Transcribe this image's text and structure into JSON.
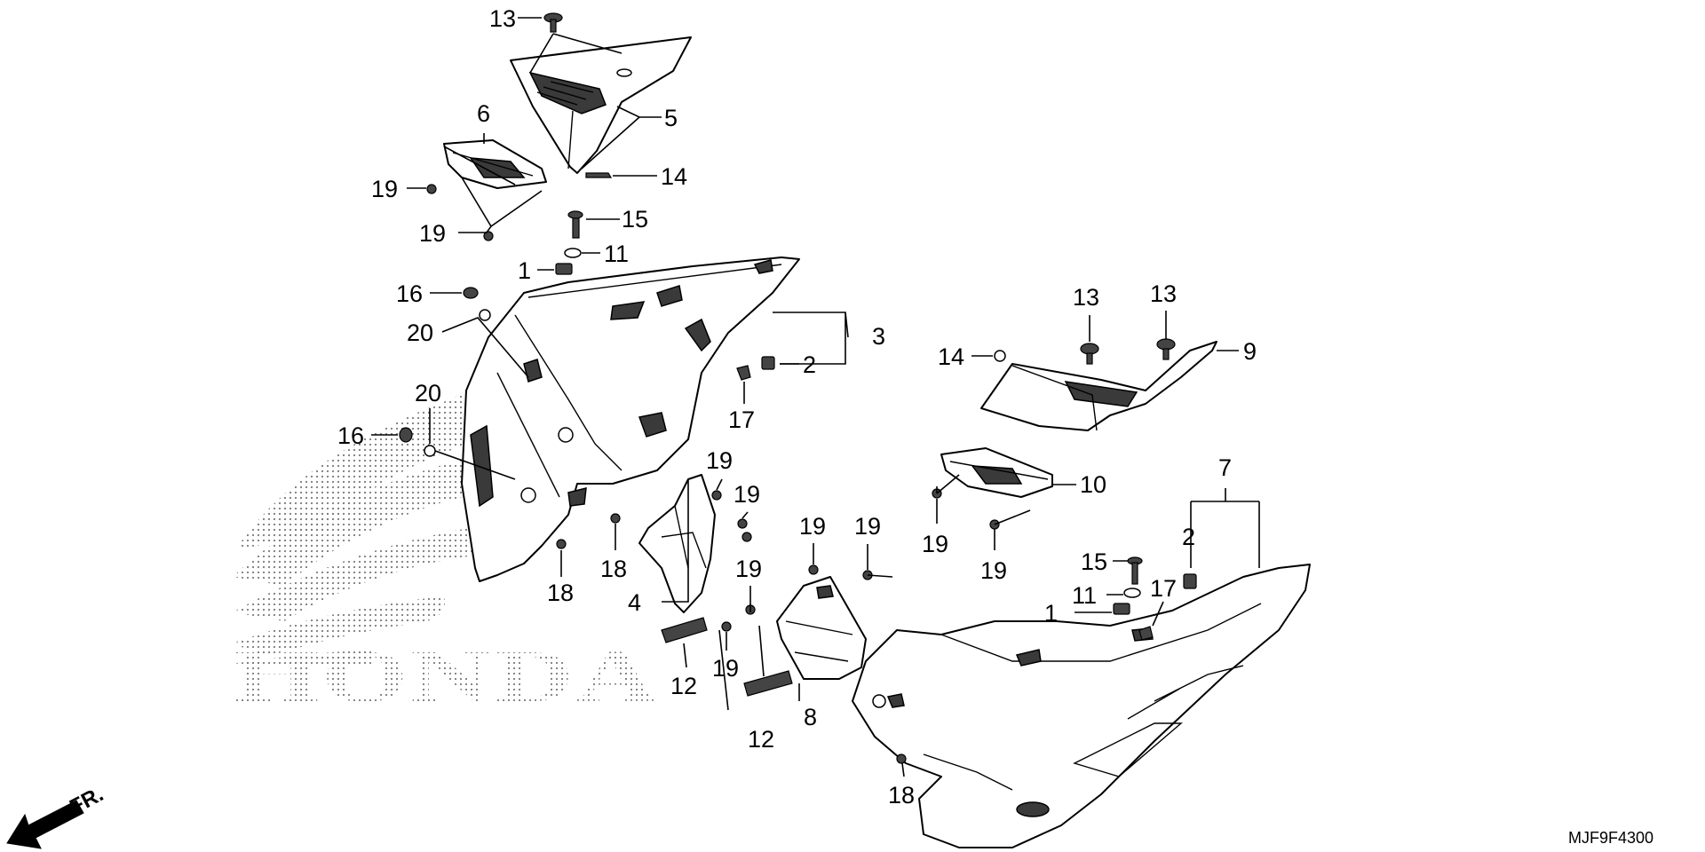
{
  "diagram": {
    "code": "MJF9F4300",
    "direction_label": "FR.",
    "watermark_text": "HONDA",
    "callouts": [
      {
        "id": "c13a",
        "label": "13"
      },
      {
        "id": "c5",
        "label": "5"
      },
      {
        "id": "c6",
        "label": "6"
      },
      {
        "id": "c14a",
        "label": "14"
      },
      {
        "id": "c19a",
        "label": "19"
      },
      {
        "id": "c19b",
        "label": "19"
      },
      {
        "id": "c15a",
        "label": "15"
      },
      {
        "id": "c11a",
        "label": "11"
      },
      {
        "id": "c1a",
        "label": "1"
      },
      {
        "id": "c16a",
        "label": "16"
      },
      {
        "id": "c20a",
        "label": "20"
      },
      {
        "id": "c3",
        "label": "3"
      },
      {
        "id": "c2a",
        "label": "2"
      },
      {
        "id": "c17a",
        "label": "17"
      },
      {
        "id": "c20b",
        "label": "20"
      },
      {
        "id": "c16b",
        "label": "16"
      },
      {
        "id": "c19c",
        "label": "19"
      },
      {
        "id": "c19d",
        "label": "19"
      },
      {
        "id": "c18a",
        "label": "18"
      },
      {
        "id": "c18b",
        "label": "18"
      },
      {
        "id": "c4",
        "label": "4"
      },
      {
        "id": "c12a",
        "label": "12"
      },
      {
        "id": "c19e",
        "label": "19"
      },
      {
        "id": "c19f",
        "label": "19"
      },
      {
        "id": "c19g",
        "label": "19"
      },
      {
        "id": "c19h",
        "label": "19"
      },
      {
        "id": "c12b",
        "label": "12"
      },
      {
        "id": "c8",
        "label": "8"
      },
      {
        "id": "c13b",
        "label": "13"
      },
      {
        "id": "c13c",
        "label": "13"
      },
      {
        "id": "c14b",
        "label": "14"
      },
      {
        "id": "c9",
        "label": "9"
      },
      {
        "id": "c10",
        "label": "10"
      },
      {
        "id": "c19i",
        "label": "19"
      },
      {
        "id": "c19j",
        "label": "19"
      },
      {
        "id": "c7",
        "label": "7"
      },
      {
        "id": "c2b",
        "label": "2"
      },
      {
        "id": "c15b",
        "label": "15"
      },
      {
        "id": "c11b",
        "label": "11"
      },
      {
        "id": "c17b",
        "label": "17"
      },
      {
        "id": "c1b",
        "label": "1"
      },
      {
        "id": "c18c",
        "label": "18"
      }
    ]
  }
}
